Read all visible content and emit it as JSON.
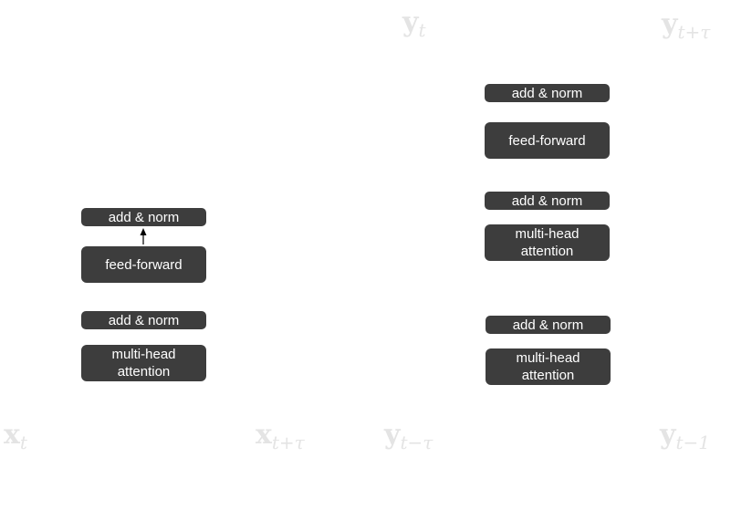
{
  "encoder": {
    "add_norm_top": "add & norm",
    "feed_forward": "feed-forward",
    "add_norm_bottom": "add & norm",
    "attention": "multi-head\nattention"
  },
  "decoder": {
    "add_norm_top": "add & norm",
    "feed_forward": "feed-forward",
    "add_norm_mid": "add & norm",
    "attention_upper": "multi-head\nattention",
    "add_norm_bottom": "add & norm",
    "attention_lower": "multi-head\nattention"
  },
  "labels": {
    "y_t": {
      "base": "y",
      "sub": "t"
    },
    "y_t_tau": {
      "base": "y",
      "sub": "t+τ"
    },
    "x_t": {
      "base": "x",
      "sub": "t"
    },
    "x_t_tau": {
      "base": "x",
      "sub": "t+τ"
    },
    "y_t_minus_tau": {
      "base": "y",
      "sub": "t−τ"
    },
    "y_t_minus_1": {
      "base": "y",
      "sub": "t−1"
    }
  },
  "colors": {
    "block_fill": "#3d3d3d",
    "block_text": "#ffffff",
    "label_text": "#e4e4e4",
    "arrow": "#000000"
  }
}
